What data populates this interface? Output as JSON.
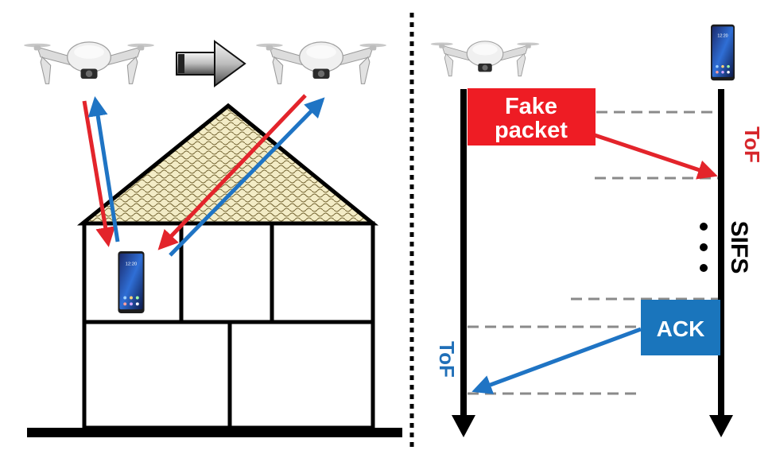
{
  "diagram": {
    "left_panel": {
      "name": "drone-house-scenario"
    },
    "right_panel": {
      "fake_packet_label_line1": "Fake",
      "fake_packet_label_line2": "packet",
      "ack_label": "ACK",
      "tof_right_label": "ToF",
      "tof_left_label": "ToF",
      "sifs_label": "SIFS",
      "ellipsis": "•\n•\n•"
    },
    "colors": {
      "fake_packet": "#ee1c24",
      "ack": "#1a75bc",
      "red_arrow": "#e3242b",
      "blue_arrow": "#1f74c4",
      "tof_right": "#d6262b",
      "tof_left": "#1f6fb8",
      "dashed": "#8a8a8a",
      "roof_fill": "#f3ecc6"
    }
  }
}
